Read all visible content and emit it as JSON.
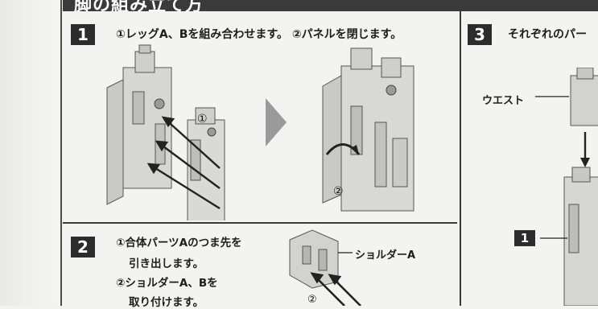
{
  "header": {
    "title": "脚の組み立て方"
  },
  "step1": {
    "number": "1",
    "instruction": "①レッグA、Bを組み合わせます。 ②パネルを閉じます。",
    "marker_1": "①",
    "marker_2": "②"
  },
  "step2": {
    "number": "2",
    "line1": "①合体パーツAのつま先を",
    "line2": "引き出します。",
    "line3": "②ショルダーA、Bを",
    "line4": "取り付けます。",
    "callout_shoulder": "ショルダーA",
    "marker_2": "②"
  },
  "step3": {
    "number": "3",
    "instruction": "それぞれのパー",
    "callout_waist": "ウエスト",
    "callout_step_ref": "1"
  }
}
